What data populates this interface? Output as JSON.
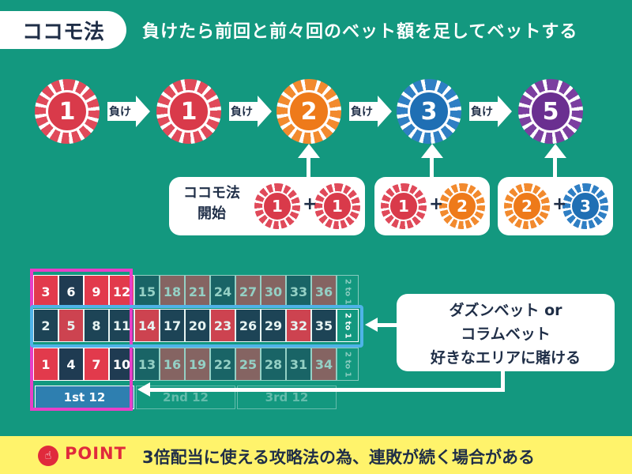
{
  "header": {
    "title": "ココモ法",
    "subtitle": "負けたら前回と前々回のベット額を足してベットする"
  },
  "sequence": {
    "chips": [
      {
        "value": "1",
        "color": "#e04a5a",
        "inner": "#d93a4a"
      },
      {
        "value": "1",
        "color": "#e04a5a",
        "inner": "#d93a4a"
      },
      {
        "value": "2",
        "color": "#f28a2e",
        "inner": "#ee7a1a"
      },
      {
        "value": "3",
        "color": "#2f7fc4",
        "inner": "#1f6fb4"
      },
      {
        "value": "5",
        "color": "#7b3fa0",
        "inner": "#6a2f90"
      }
    ],
    "arrow_label": "負け"
  },
  "sums": {
    "start_label_line1": "ココモ法",
    "start_label_line2": "開始",
    "groups": [
      {
        "a": "1",
        "b": "1"
      },
      {
        "a": "1",
        "b": "2"
      },
      {
        "a": "2",
        "b": "3"
      }
    ],
    "plus": "+"
  },
  "table": {
    "row_top": [
      "3",
      "6",
      "9",
      "12",
      "15",
      "18",
      "21",
      "24",
      "27",
      "30",
      "33",
      "36"
    ],
    "row_mid": [
      "2",
      "5",
      "8",
      "11",
      "14",
      "17",
      "20",
      "23",
      "26",
      "29",
      "32",
      "35"
    ],
    "row_bot": [
      "1",
      "4",
      "7",
      "10",
      "13",
      "16",
      "19",
      "22",
      "25",
      "28",
      "31",
      "34"
    ],
    "column_label": "2 to 1",
    "dozens": [
      "1st 12",
      "2nd 12",
      "3rd 12"
    ]
  },
  "note": {
    "line1": "ダズンベット or",
    "line2": "コラムベット",
    "line3": "好きなエリアに賭ける"
  },
  "footer": {
    "point_label": "POINT",
    "text": "3倍配当に使える攻略法の為、連敗が続く場合がある"
  },
  "colors": {
    "background": "#13987f",
    "highlight_pink": "#e83fc9",
    "highlight_blue": "#4fb3e8",
    "footer_bg": "#fff36b",
    "red": "#e23a4c",
    "black": "#1f3b52"
  }
}
